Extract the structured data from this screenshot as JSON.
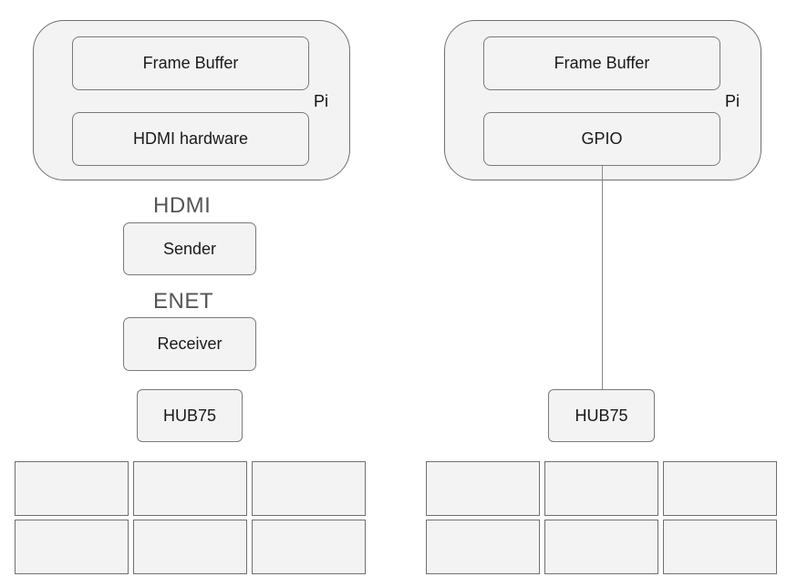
{
  "left": {
    "pi_label": "Pi",
    "frame_buffer": "Frame Buffer",
    "hdmi_hardware": "HDMI hardware",
    "hdmi_label": "HDMI",
    "sender": "Sender",
    "enet_label": "ENET",
    "receiver": "Receiver",
    "hub": "HUB75"
  },
  "right": {
    "pi_label": "Pi",
    "frame_buffer": "Frame Buffer",
    "gpio": "GPIO",
    "hub": "HUB75"
  }
}
